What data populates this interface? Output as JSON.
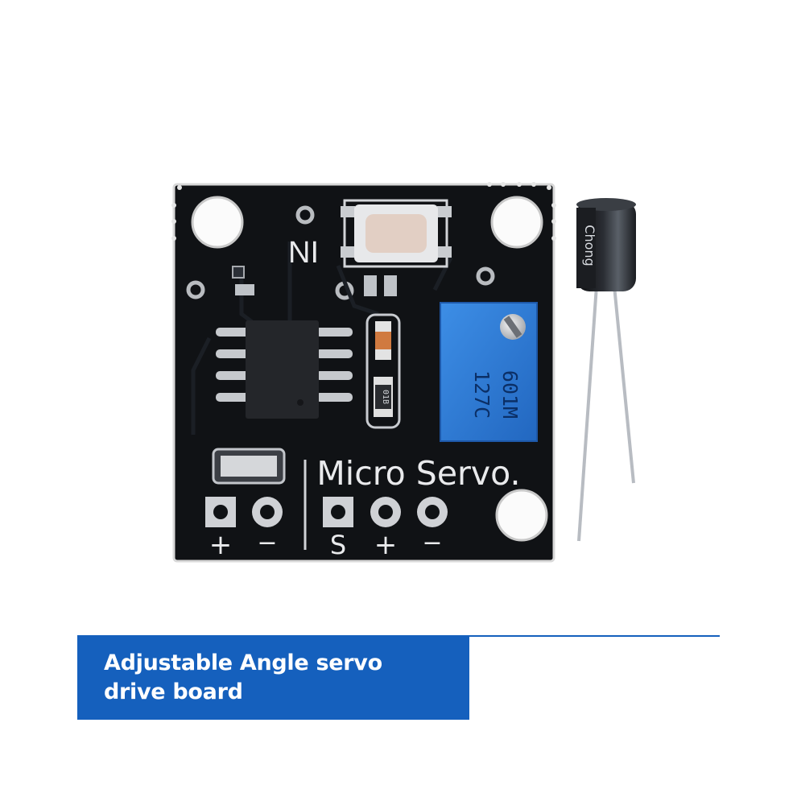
{
  "board": {
    "silkscreen_title": "Micro Servo.",
    "logo_mark": "NI",
    "power_plus": "+",
    "power_minus": "−",
    "servo_signal": "S",
    "servo_plus": "+",
    "servo_minus": "−",
    "chip_marking": "01B",
    "pot_line1": "127C",
    "pot_line2": "601M",
    "capacitor_text": "Chong"
  },
  "caption": {
    "line1": "Adjustable Angle servo",
    "line2": "drive board"
  },
  "colors": {
    "pcb": "#101215",
    "pot_blue": "#2f7fd8",
    "caption_blue": "#1560bd"
  }
}
